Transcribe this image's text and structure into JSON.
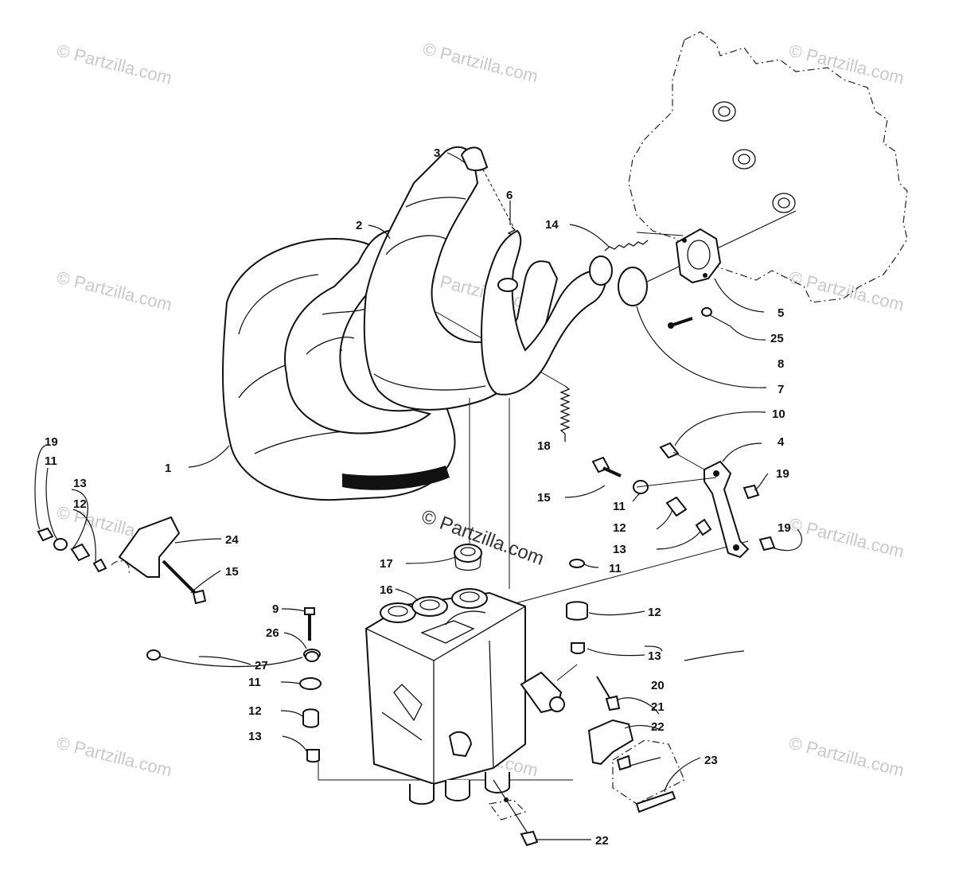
{
  "watermark": {
    "text": "© Partzilla.com",
    "color": "#c9c9c9"
  },
  "center_watermark": {
    "text": "© Partzilla.com"
  },
  "callouts": [
    {
      "label": "1"
    },
    {
      "label": "2"
    },
    {
      "label": "3"
    },
    {
      "label": "4"
    },
    {
      "label": "5"
    },
    {
      "label": "6"
    },
    {
      "label": "7"
    },
    {
      "label": "8"
    },
    {
      "label": "9"
    },
    {
      "label": "10"
    },
    {
      "label": "11"
    },
    {
      "label": "11"
    },
    {
      "label": "11"
    },
    {
      "label": "11"
    },
    {
      "label": "12"
    },
    {
      "label": "12"
    },
    {
      "label": "12"
    },
    {
      "label": "12"
    },
    {
      "label": "13"
    },
    {
      "label": "13"
    },
    {
      "label": "13"
    },
    {
      "label": "13"
    },
    {
      "label": "14"
    },
    {
      "label": "15"
    },
    {
      "label": "15"
    },
    {
      "label": "16"
    },
    {
      "label": "17"
    },
    {
      "label": "18"
    },
    {
      "label": "19"
    },
    {
      "label": "19"
    },
    {
      "label": "19"
    },
    {
      "label": "20"
    },
    {
      "label": "21"
    },
    {
      "label": "22"
    },
    {
      "label": "22"
    },
    {
      "label": "23"
    },
    {
      "label": "24"
    },
    {
      "label": "25"
    },
    {
      "label": "26"
    },
    {
      "label": "27"
    }
  ]
}
